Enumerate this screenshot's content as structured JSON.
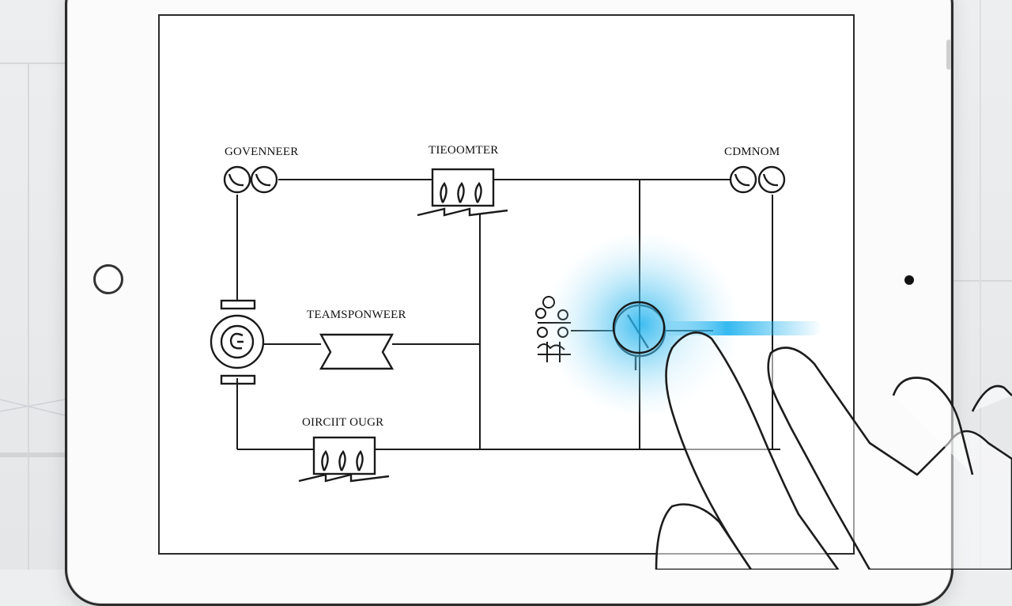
{
  "diagram": {
    "labels": {
      "generator": "GOVENNEER",
      "transformer_top": "TIEOOMTER",
      "common": "CDMNOM",
      "transformer_mid": "TEAMSPONWEER",
      "circuit_breaker": "OIRCIIT OUGR"
    }
  },
  "colors": {
    "line": "#1a1a1a",
    "highlight": "#1fb2ee",
    "frame": "#2b2b2b"
  },
  "icons": [
    "home-button-icon",
    "camera-icon",
    "hand-pointer-icon",
    "touch-glow-icon"
  ]
}
